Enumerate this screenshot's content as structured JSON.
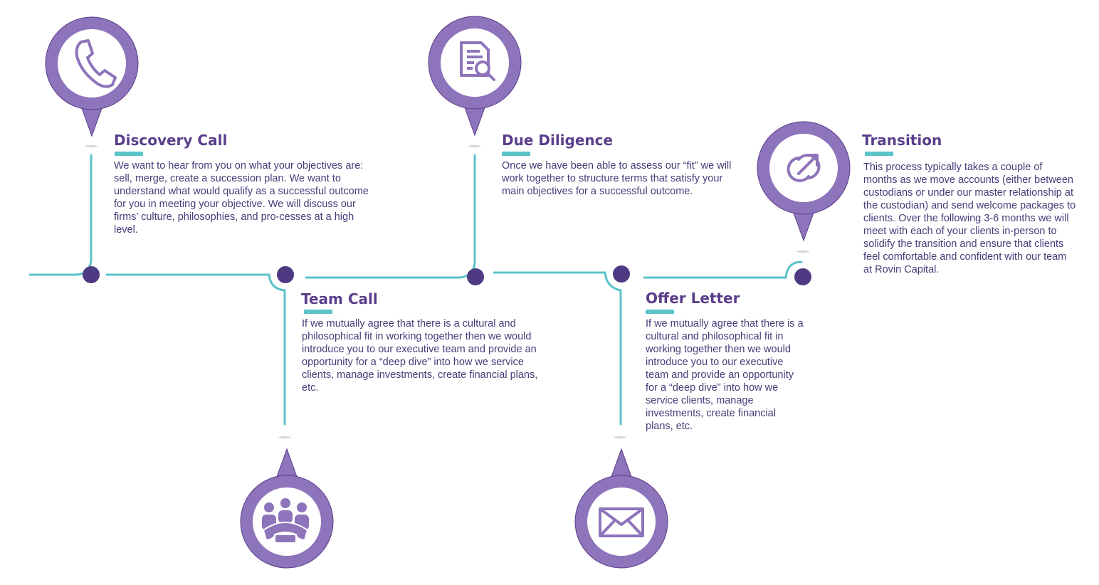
{
  "steps": [
    {
      "title": "Discovery Call",
      "text": "We want to hear from you on what your objectives are: sell, merge, create a succession plan.  We want to understand what would qualify as a successful outcome for you in meeting your objective.  We will discuss our firms’ culture, philosophies, and pro-cesses at a high level.",
      "icon": "phone-icon"
    },
    {
      "title": "Team Call",
      "text": "If we mutually agree that there is a cultural and philosophical fit in working together then we would introduce you to our executive team and provide an opportunity for a “deep dive” into how we service clients, manage investments, create financial plans, etc.",
      "icon": "conference-call-icon"
    },
    {
      "title": "Due Diligence",
      "text": "Once we have been able to assess our “fit” we will work together to structure terms that satisfy your main objectives for a successful outcome.",
      "icon": "document-search-icon"
    },
    {
      "title": "Offer Letter",
      "text": "If we mutually agree that there is a cultural and philosophical fit in working together then we would introduce you to our executive team and provide an opportunity for a “deep dive” into how we service clients, manage investments, create financial plans, etc.",
      "icon": "envelope-icon"
    },
    {
      "title": "Transition",
      "text": "This process typically takes a couple of months as we move accounts (either between custodians or under our master relationship at the custodian) and send welcome packages to clients.  Over the following 3-6 months we will meet with each of your clients in-person to solidify the transition and ensure that clients feel comfortable and confident with our team at Rovin Capital.",
      "icon": "transfer-arrow-icon"
    }
  ],
  "colors": {
    "pin": "#8e74ba",
    "pin_dark": "#5a3d8a",
    "line": "#5bc3c9",
    "dot": "#4e3a82",
    "title": "#5a3d8a",
    "text": "#4a3a78"
  }
}
